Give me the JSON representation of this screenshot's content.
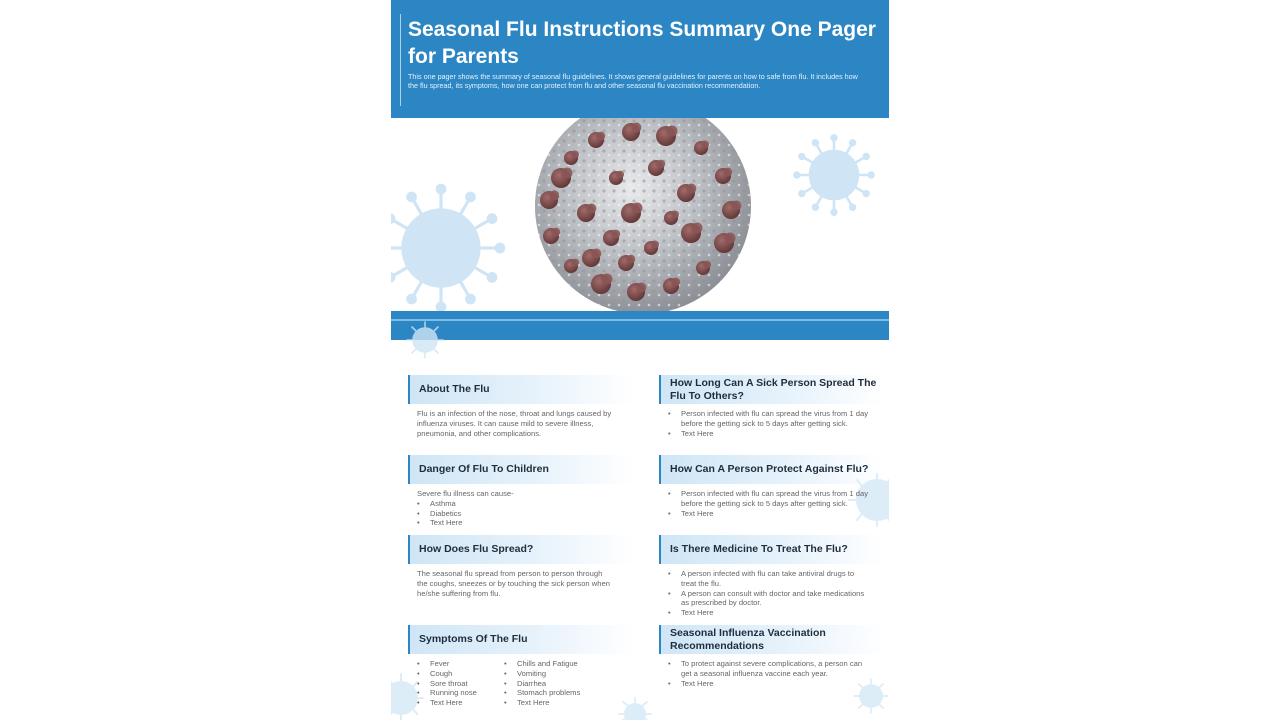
{
  "header": {
    "title": "Seasonal Flu Instructions Summary One Pager for Parents",
    "description": "This one pager shows the summary of seasonal flu guidelines. It shows general guidelines for parents on how to safe from flu. It includes how the flu spread, its symptoms, how one can protect from flu and other seasonal flu vaccination recommendation."
  },
  "hero": {
    "image": "virus-image"
  },
  "colors": {
    "accent": "#2c86c4",
    "virus_light": "#cfe5f5",
    "virus_body": "#c4c7cc",
    "spike": "#7b4b4c"
  },
  "sections": {
    "about": {
      "heading": "About The Flu",
      "text": "Flu is an infection of the nose, throat and lungs caused by influenza viruses. It can cause mild to severe illness, pneumonia, and other complications."
    },
    "danger": {
      "heading": "Danger Of Flu To Children",
      "intro": "Severe flu illness can cause-",
      "items": [
        "Asthma",
        "Diabetics",
        "Text Here"
      ]
    },
    "spread": {
      "heading": "How Does Flu Spread?",
      "text": "The seasonal flu spread from person to person through the coughs, sneezes or by touching the sick person when he/she suffering from flu."
    },
    "symptoms": {
      "heading": "Symptoms Of The Flu",
      "col1": [
        "Fever",
        "Cough",
        "Sore throat",
        "Running nose",
        "Text Here"
      ],
      "col2": [
        "Chills and Fatigue",
        "Vomiting",
        "Diarrhea",
        "Stomach problems",
        "Text Here"
      ]
    },
    "how_long": {
      "heading": "How Long Can A Sick Person Spread The Flu To Others?",
      "items": [
        "Person infected with flu can spread the virus from 1 day before the getting sick to 5 days after getting sick.",
        "Text Here"
      ]
    },
    "protect": {
      "heading": "How Can A Person Protect Against Flu?",
      "items": [
        "Person infected with flu can spread the virus from 1 day before the getting sick to 5 days after getting sick.",
        "Text Here"
      ]
    },
    "medicine": {
      "heading": "Is There Medicine To Treat The Flu?",
      "items": [
        "A person infected with flu can take antiviral drugs to treat the flu.",
        "A person can consult with doctor and take medications as prescribed by doctor.",
        "Text Here"
      ]
    },
    "vaccine": {
      "heading": "Seasonal Influenza Vaccination Recommendations",
      "items": [
        "To protect against severe complications, a person can get a seasonal influenza vaccine each year.",
        "Text Here"
      ]
    }
  }
}
